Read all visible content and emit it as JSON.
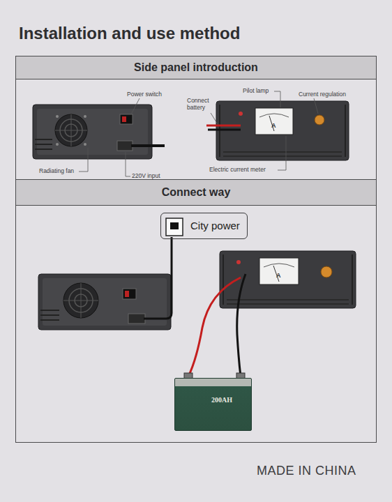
{
  "diagram": {
    "title": "Installation and use method",
    "nodes": [
      {
        "text": [
          "Side panel introduction"
        ]
      },
      {
        "text": [
          "Connect way"
        ]
      },
      {
        "text": [
          "City power"
        ],
        "in": 1
      },
      {
        "text": [
          "200AH"
        ],
        "in": 1
      }
    ],
    "labels": [
      "Power switch",
      "Radiating fan",
      "220V input",
      "Connect battery",
      "Pilot lamp",
      "Current regulation",
      "Electric current meter",
      "A",
      "A",
      "MADE IN CHINA"
    ]
  }
}
